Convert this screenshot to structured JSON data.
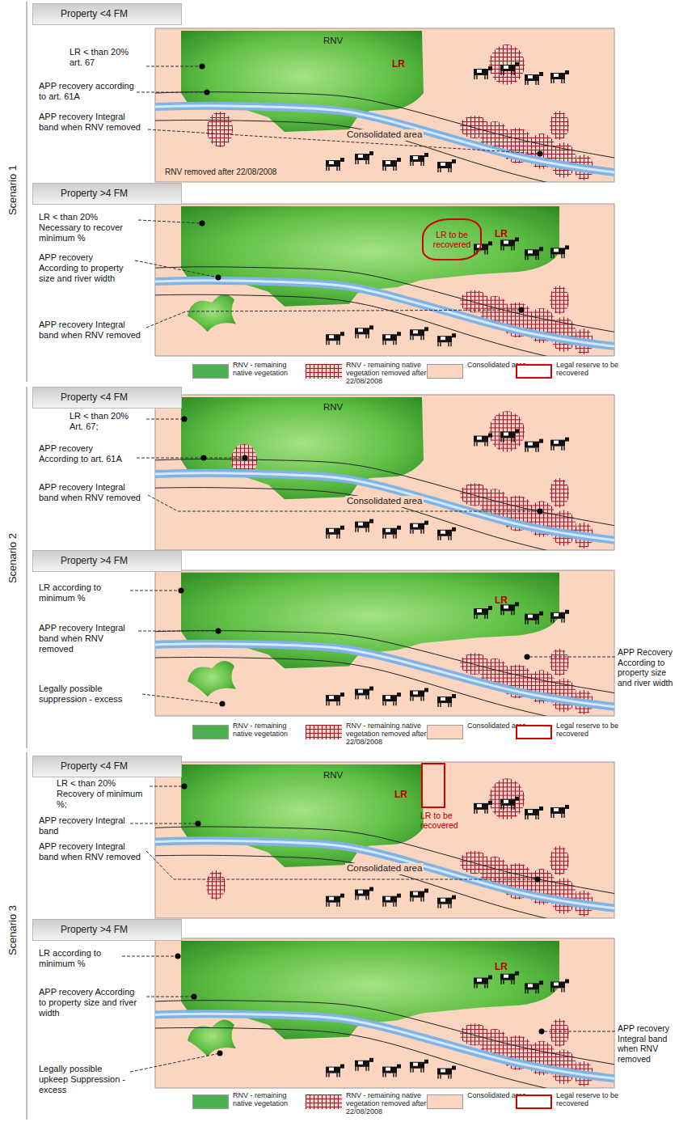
{
  "diagram": {
    "nodes": [
      {
        "text": [
          "Property <4 FM"
        ]
      },
      {
        "text": [
          "Property >4 FM"
        ]
      },
      {
        "text": [
          "LR to be recovered"
        ]
      },
      {
        "text": [
          "Property <4 FM"
        ]
      },
      {
        "text": [
          "Property >4 FM"
        ]
      },
      {
        "text": [
          "Property <4 FM"
        ]
      },
      {
        "text": [
          "LR to be recovered"
        ]
      },
      {
        "text": [
          "Property >4 FM"
        ]
      }
    ],
    "labels": [
      "Scenario 1",
      "RNV",
      "LR < than 20% art. 67",
      "LR",
      "APP recovery according to art. 61A",
      "Consolidated area",
      "APP recovery Integral band when RNV removed",
      "RNV removed after 22/08/2008",
      "LR < than 20% Necessary to recover minimum %",
      "LR",
      "APP recovery According to property size and river width",
      "APP recovery Integral band when RNV removed",
      "Scenario 2",
      "RNV",
      "LR < than 20% Art. 67;",
      "APP recovery According to art. 61A",
      "Consolidated area",
      "APP recovery Integral band when RNV removed",
      "LR according to minimum %",
      "LR",
      "APP recovery Integral band when RNV removed",
      "APP Recovery According to property size and river width",
      "Legally possible suppression - excess",
      "Scenario 3",
      "RNV",
      "LR",
      "LR < than 20% Recovery of minimum %;",
      "APP recovery Integral band",
      "APP recovery Integral band when RNV removed",
      "Consolidated area",
      "LR according to minimum %",
      "LR",
      "APP recovery According to property size and river width",
      "APP recovery Integral band when RNV removed",
      "Legally possible upkeep Suppression - excess"
    ],
    "legend": [
      {
        "text": "RNV - remaining native vegetation",
        "color": "#4caf50"
      },
      {
        "text": "RNV - remaining native vegetation removed after 22/08/2008"
      },
      {
        "text": "Consolidated area",
        "color": "#fbd5bf"
      },
      {
        "text": "Legal reserve to be recovered"
      },
      {
        "text": "RNV - remaining native vegetation",
        "color": "#4caf50"
      },
      {
        "text": "RNV - remaining native vegetation removed after 22/08/2008"
      },
      {
        "text": "Consolidated area",
        "color": "#fbd5bf"
      },
      {
        "text": "Legal reserve to be recovered"
      },
      {
        "text": "RNV - remaining native vegetation",
        "color": "#4caf50"
      },
      {
        "text": "RNV - remaining native vegetation removed after 22/08/2008"
      },
      {
        "text": "Consolidated area",
        "color": "#fbd5bf"
      },
      {
        "text": "Legal reserve to be recovered"
      }
    ]
  }
}
